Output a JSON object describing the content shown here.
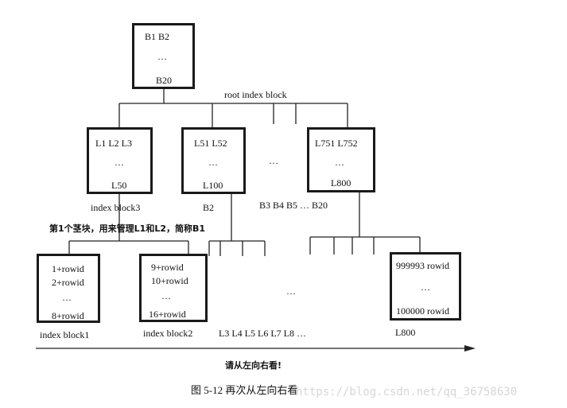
{
  "root": {
    "l1": "B1  B2",
    "dots": "…",
    "l2": "B20",
    "label": "root index block"
  },
  "branches": {
    "b1": {
      "l1": "L1   L2   L3",
      "dots": "…",
      "l2": "L50",
      "label": "index  block3"
    },
    "b2": {
      "l1": "L51  L52",
      "dots": "…",
      "l2": "L100",
      "label": "B2"
    },
    "b3": {
      "l1": "L751  L752",
      "dots": "…",
      "l2": "L800"
    },
    "mid_dots": "…",
    "mid_label": "B3   B4   B5  …   B20"
  },
  "annotation": "第1个茎块，用来管理L1和L2，简称B1",
  "leaves": {
    "lf1": {
      "r1": "1+rowid",
      "r2": "2+rowid",
      "dots": "…",
      "r3": "8+rowid",
      "label": "index block1"
    },
    "lf2": {
      "r1": "9+rowid",
      "r2": "10+rowid",
      "dots": "…",
      "r3": "16+rowid",
      "label": "index block2"
    },
    "lf3": {
      "r1": "999993 rowid",
      "dots": "…",
      "r3": "100000 rowid",
      "label": "L800"
    },
    "mid_dots": "…",
    "mid_label": "L3     L4     L5   L6    L7     L8        …"
  },
  "arrow_text": "请从左向右看!",
  "caption": "图 5-12   再次从左向右看",
  "watermark": "https://blog.csdn.net/qq_36758630"
}
